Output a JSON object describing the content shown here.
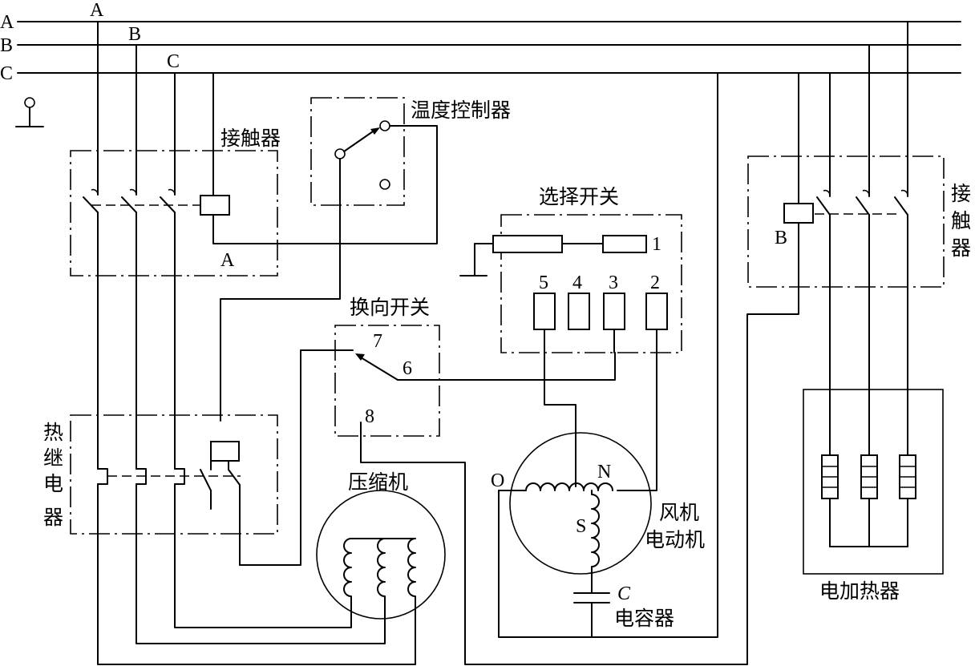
{
  "bus": {
    "a": "A",
    "b": "B",
    "c": "C"
  },
  "taps": {
    "a": "A",
    "b": "B",
    "c": "C"
  },
  "contactor_left": {
    "name": "接触器",
    "coil_tag": "A"
  },
  "contactor_right": {
    "name_chars": [
      "接",
      "触",
      "器"
    ],
    "coil_tag": "B"
  },
  "temp_controller": {
    "name": "温度控制器"
  },
  "selector_switch": {
    "name": "选择开关",
    "terminals": [
      "1",
      "2",
      "3",
      "4",
      "5"
    ]
  },
  "reversing_switch": {
    "name": "换向开关",
    "terminals": [
      "6",
      "7",
      "8"
    ]
  },
  "thermal_relay": {
    "name_chars": [
      "热",
      "继",
      "电",
      "器"
    ]
  },
  "compressor": {
    "name": "压缩机"
  },
  "fan_motor": {
    "name_line1": "风机",
    "name_line2": "电动机",
    "terminal_o": "O",
    "terminal_n": "N",
    "terminal_s": "S"
  },
  "capacitor": {
    "symbol": "C",
    "name": "电容器"
  },
  "electric_heater": {
    "name": "电加热器"
  }
}
